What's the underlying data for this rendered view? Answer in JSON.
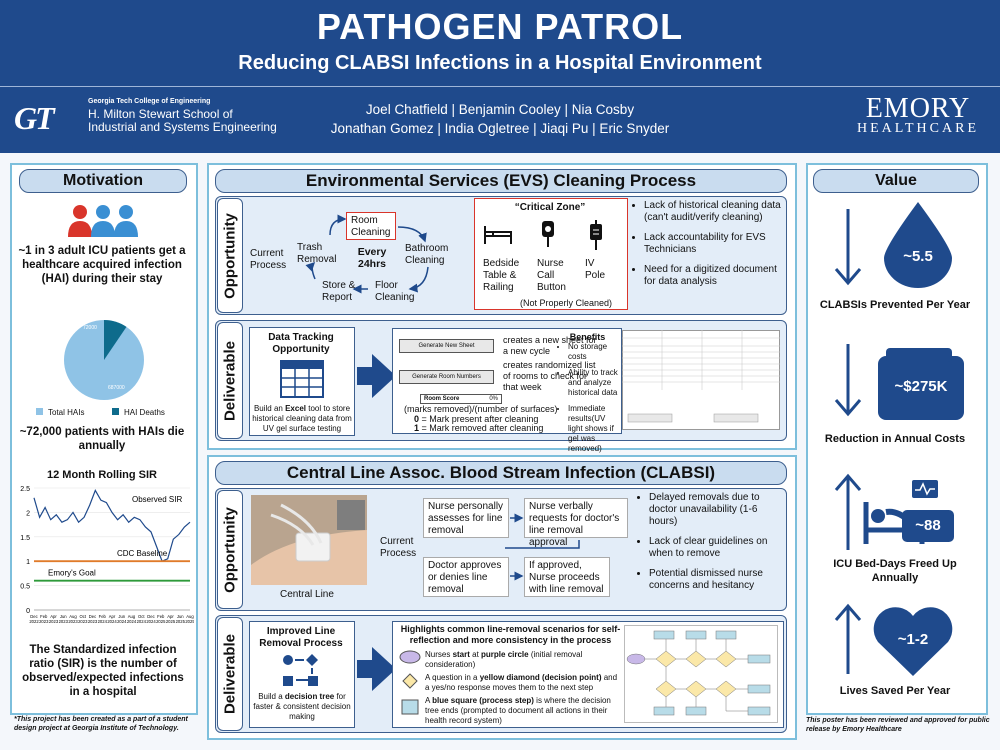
{
  "header": {
    "title": "PATHOGEN PATROL",
    "subtitle": "Reducing CLABSI Infections in a Hospital Environment"
  },
  "gt": {
    "college": "Georgia Tech College of Engineering",
    "school_l1": "H. Milton Stewart School of",
    "school_l2": "Industrial and Systems Engineering"
  },
  "authors": {
    "line1": "Joel Chatfield | Benjamin Cooley | Nia Cosby",
    "line2": "Jonathan Gomez | India Ogletree | Jiaqi Pu | Eric Snyder"
  },
  "emory": {
    "l1": "EMORY",
    "l2": "HEALTHCARE"
  },
  "motivation": {
    "title": "Motivation",
    "stat1": "~1 in 3 adult ICU patients get a healthcare acquired infection (HAI) during their stay",
    "pie": {
      "total_label": "687000",
      "deaths_label": "72000",
      "legend_total": "Total HAIs",
      "legend_deaths": "HAI Deaths",
      "colors": {
        "total": "#8fc3e6",
        "deaths": "#0e6b8c"
      }
    },
    "stat2": "~72,000 patients with HAIs die annually",
    "sir_desc": "The Standardized infection ratio (SIR) is the number of observed/expected infections in a hospital"
  },
  "chart_data": {
    "type": "line",
    "title": "12 Month Rolling SIR",
    "ylim": [
      0,
      2.5
    ],
    "yticks": [
      "0",
      "0.5",
      "1",
      "1.5",
      "2",
      "2.5"
    ],
    "xticks": [
      "Dec 2022",
      "Feb 2023",
      "Apr 2023",
      "Jun 2023",
      "Aug 2023",
      "Oct 2023",
      "Dec 2023",
      "Feb 2024",
      "Apr 2024",
      "Jun 2024",
      "Aug 2024",
      "Oct 2024",
      "Dec 2024",
      "Feb 2025",
      "Apr 2025",
      "Jun 2025",
      "Aug 2025"
    ],
    "series": [
      {
        "name": "Observed SIR",
        "color": "#1f4a8c",
        "values": [
          2.3,
          1.9,
          2.1,
          1.85,
          1.95,
          1.8,
          1.85,
          2.0,
          1.8,
          1.9,
          2.15,
          2.45,
          2.25,
          2.2,
          2.0,
          1.85,
          1.95,
          1.8,
          1.9,
          1.85,
          1.7,
          1.6,
          1.3,
          1.0,
          1.05,
          1.45,
          1.55,
          1.7,
          1.8
        ]
      },
      {
        "name": "CDC Baseline",
        "color": "#e07b2a",
        "values": [
          1,
          1
        ]
      },
      {
        "name": "Emory's Goal",
        "color": "#2e9a3a",
        "values": [
          0.6,
          0.6
        ]
      }
    ]
  },
  "evs": {
    "title": "Environmental Services (EVS) Cleaning Process",
    "opportunity": "Opportunity",
    "deliverable": "Deliverable",
    "current_process": "Current Process",
    "cycle": {
      "room": "Room Cleaning",
      "bathroom": "Bathroom Cleaning",
      "floor": "Floor Cleaning",
      "store": "Store & Report",
      "trash": "Trash Removal",
      "center": "Every 24hrs"
    },
    "critical": {
      "title": "“Critical Zone”",
      "items": [
        "Bedside Table & Railing",
        "Nurse Call Button",
        "IV Pole"
      ],
      "note": "(Not Properly Cleaned)"
    },
    "bullets": [
      "Lack of historical cleaning data (can't audit/verify cleaning)",
      "Lack accountability for EVS Technicians",
      "Need for a digitized document for data analysis"
    ],
    "dto_title": "Data Tracking Opportunity",
    "dto_desc_pre": "Build an ",
    "dto_desc_bold": "Excel",
    "dto_desc_post": " tool to store historical cleaning data from UV gel surface testing",
    "btn1": "Generate New Sheet",
    "btn1_desc": "creates a new sheet for a new cycle",
    "btn2": "Generate Room Numbers",
    "btn2_desc": "creates randomized list of rooms to check for that week",
    "room_score": "Room Score",
    "score_val": "0%",
    "formula": "(marks removed)/(number of surfaces)",
    "mark0": "= Mark present after cleaning",
    "mark1": "= Mark removed after cleaning",
    "benefits_title": "Benefits",
    "benefits": [
      "No storage costs",
      "Ability to track and analyze historical data",
      "Immediate results(UV light shows if gel was removed)"
    ]
  },
  "clabsi": {
    "title": "Central Line Assoc. Blood Stream Infection (CLABSI)",
    "photo_caption": "Central Line",
    "current_process": "Current Process",
    "steps": [
      "Nurse personally assesses for line removal",
      "Nurse verbally requests for doctor's line removal approval",
      "Doctor approves or denies line removal",
      "If approved, Nurse proceeds with line removal"
    ],
    "bullets": [
      "Delayed removals due to doctor unavailability (1-6 hours)",
      "Lack of clear guidelines on when to remove",
      "Potential dismissed nurse concerns and hesitancy"
    ],
    "impr_title": "Improved Line Removal Process",
    "impr_desc_pre": "Build a ",
    "impr_desc_bold": "decision tree",
    "impr_desc_post": " for faster & consistent decision making",
    "hl_title": "Highlights common line-removal scenarios for self-reflection and more consistency in the process",
    "legend": [
      {
        "pre": "Nurses ",
        "bold": "start",
        "mid": " at ",
        "bold2": "purple circle",
        "post": " (initial removal consideration)"
      },
      {
        "pre": "A question in a ",
        "bold": "yellow diamond (decision point)",
        "mid": " and a yes/no response moves them to the next step",
        "bold2": "",
        "post": ""
      },
      {
        "pre": "A ",
        "bold": "blue square (process step)",
        "mid": " is where the decision tree ends (prompted to document all actions in their health record system)",
        "bold2": "",
        "post": ""
      }
    ]
  },
  "value": {
    "title": "Value",
    "items": [
      {
        "num": "~5.5",
        "label": "CLABSIs Prevented Per Year"
      },
      {
        "num": "~$275K",
        "label": "Reduction in Annual Costs"
      },
      {
        "num": "~88",
        "label": "ICU Bed-Days Freed Up Annually"
      },
      {
        "num": "~1-2",
        "label": "Lives Saved Per Year"
      }
    ]
  },
  "footer": {
    "left": "*This project has been created as a part of a student design project at Georgia Institute of Technology.",
    "right": "This poster has been reviewed and approved for public release by Emory Healthcare"
  },
  "colors": {
    "navy": "#1f4a8c",
    "light": "#c9dcef",
    "border": "#7dbfdc"
  }
}
